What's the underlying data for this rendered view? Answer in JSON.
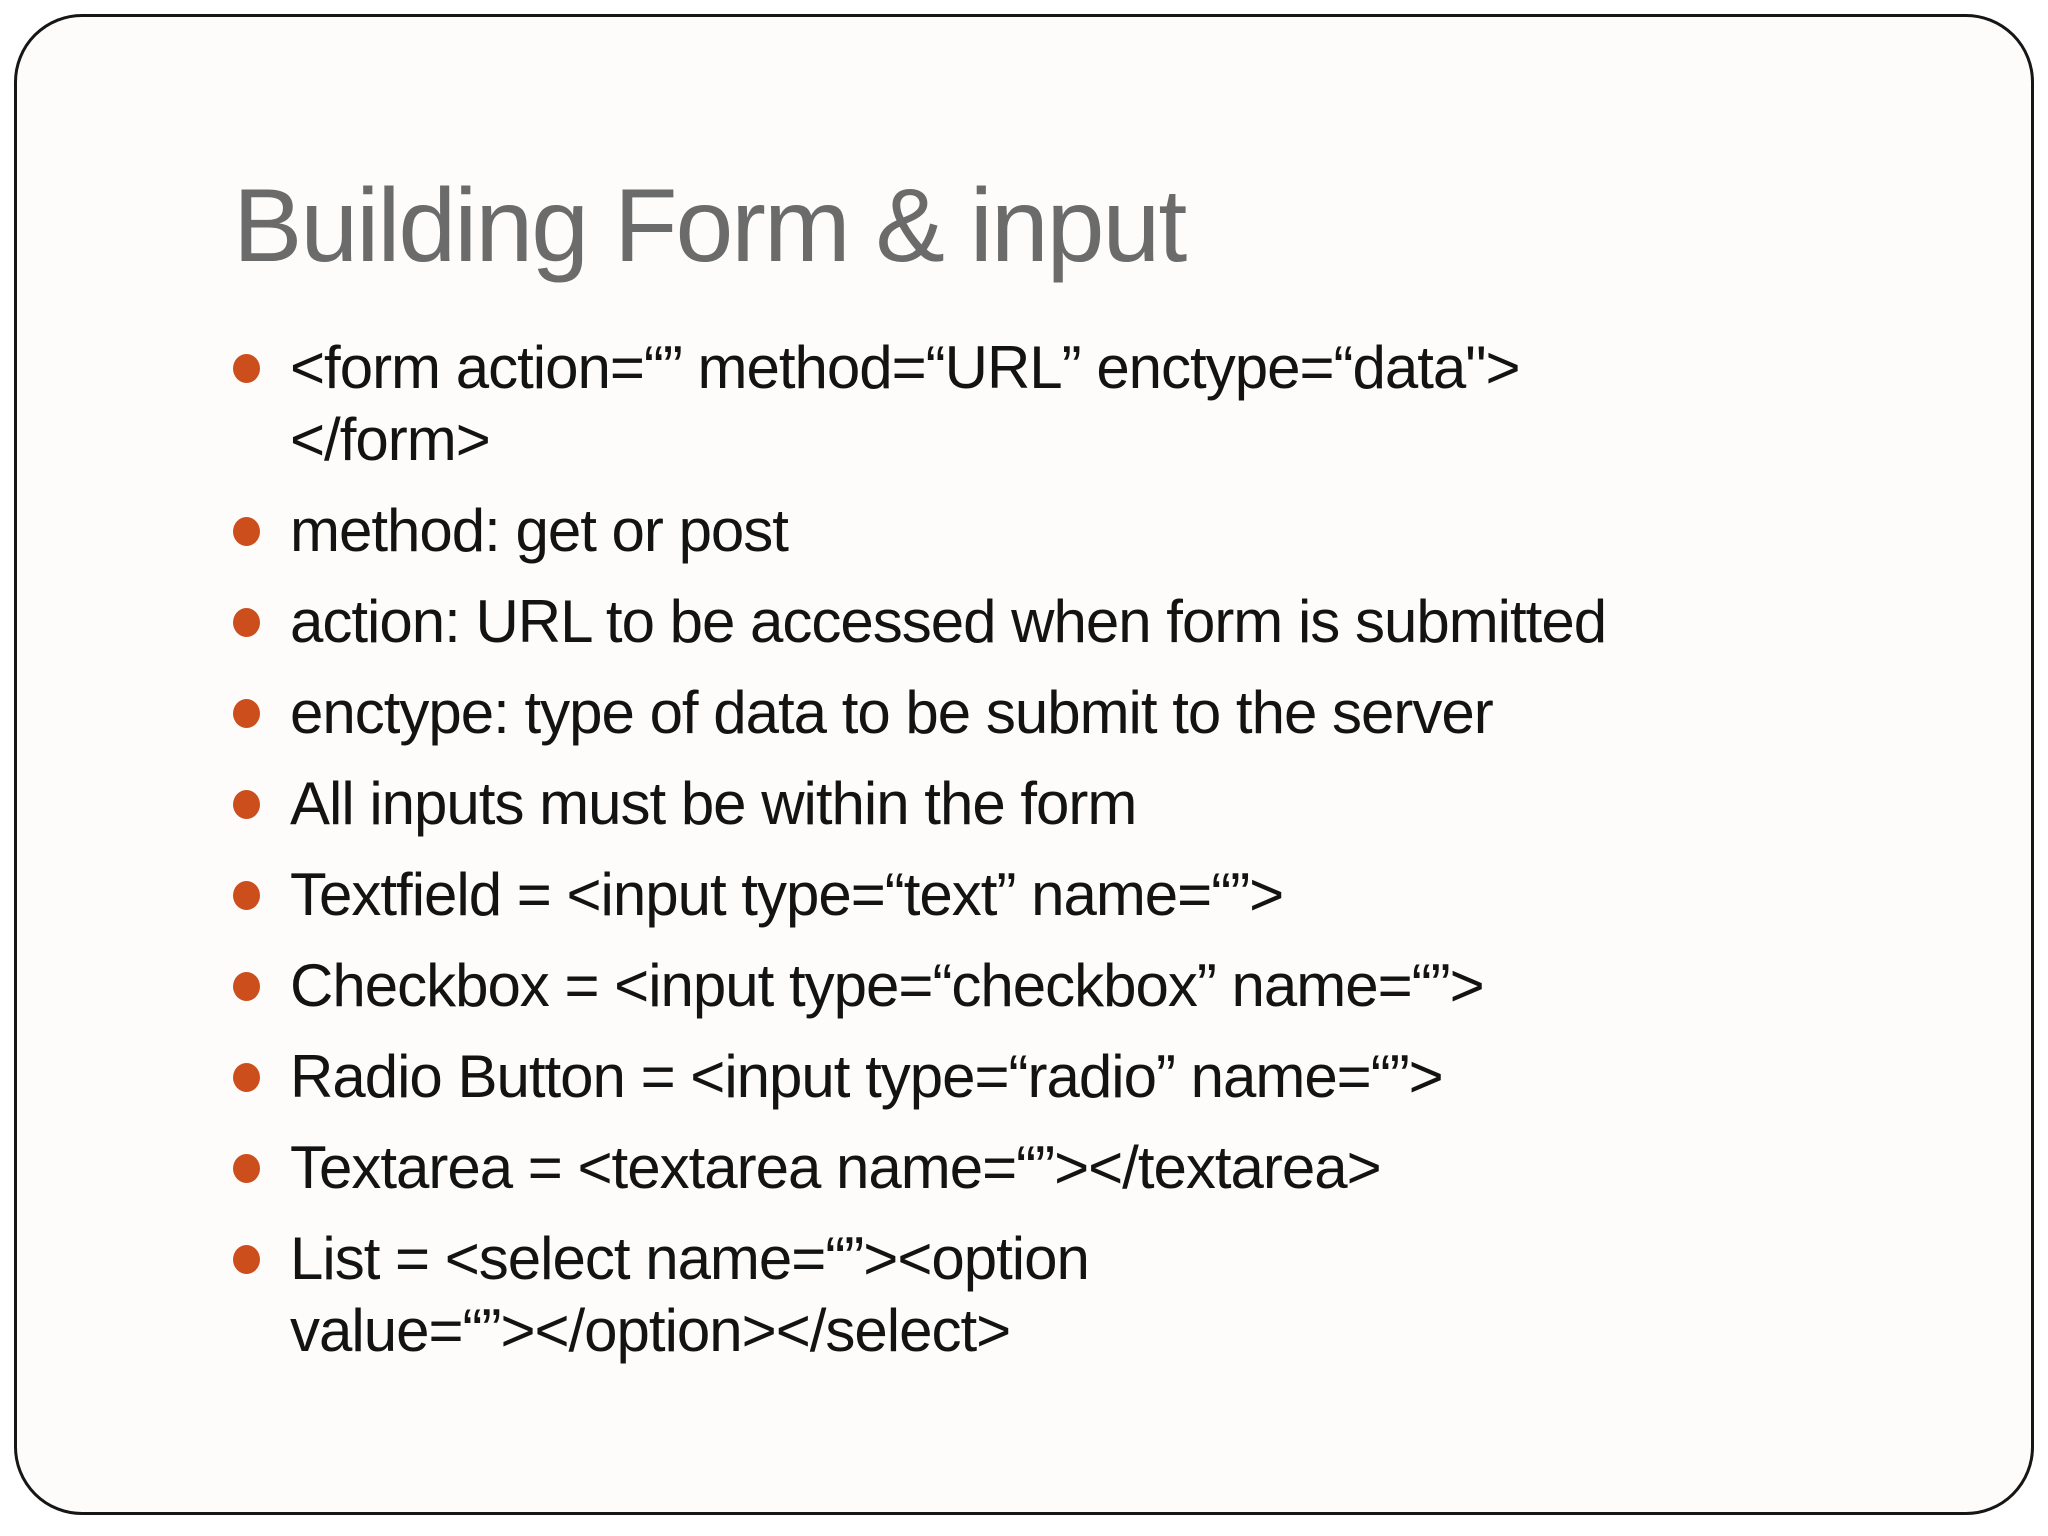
{
  "slide": {
    "title": "Building Form & input",
    "bullets": [
      "<form action=“” method=“URL” enctype=“data\">\n</form>",
      "method: get or post",
      "action: URL to be accessed when form is submitted",
      "enctype: type of data to be submit to the server",
      "All inputs must be within the form",
      "Textfield = <input type=“text” name=“”>",
      "Checkbox = <input type=“checkbox” name=“”>",
      "Radio Button = <input type=“radio” name=“”>",
      "Textarea = <textarea name=“”></textarea>",
      "List = <select name=“”><option\nvalue=“”></option></select>"
    ],
    "bullet_icon": "filled-circle"
  },
  "colors": {
    "page_background": "#ffffff",
    "slide_background": "#fdfcfb",
    "frame_border": "#161616",
    "title_color": "#6b6b6b",
    "body_text": "#131313",
    "accent_bullet": "#cb4e1c"
  }
}
